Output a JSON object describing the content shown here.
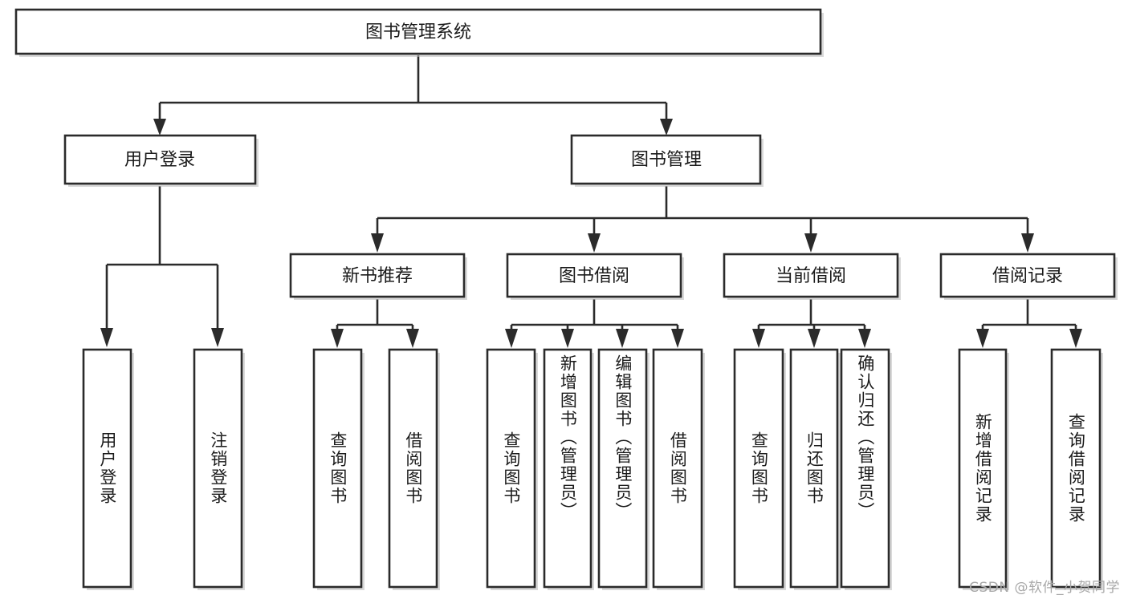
{
  "diagram": {
    "title": "图书管理系统",
    "type": "tree",
    "orientation": "top-down",
    "colors": {
      "box_fill": "#ffffff",
      "box_stroke": "#2b2b2b",
      "connector": "#2b2b2b",
      "text": "#1a1a1a",
      "background": "#ffffff",
      "watermark": "#a8a8a8"
    },
    "root": {
      "label": "图书管理系统"
    },
    "level2": [
      {
        "label": "用户登录"
      },
      {
        "label": "图书管理"
      }
    ],
    "level3": [
      {
        "label": "新书推荐"
      },
      {
        "label": "图书借阅"
      },
      {
        "label": "当前借阅"
      },
      {
        "label": "借阅记录"
      }
    ],
    "leaves": {
      "user_login": [
        {
          "label": "用户登录"
        },
        {
          "label": "注销登录"
        }
      ],
      "new_book_recommend": [
        {
          "label": "查询图书"
        },
        {
          "label": "借阅图书"
        }
      ],
      "book_borrow": [
        {
          "label": "查询图书"
        },
        {
          "label": "新增图书（管理员）"
        },
        {
          "label": "编辑图书（管理员）"
        },
        {
          "label": "借阅图书"
        }
      ],
      "current_borrow": [
        {
          "label": "查询图书"
        },
        {
          "label": "归还图书"
        },
        {
          "label": "确认归还（管理员）"
        }
      ],
      "borrow_record": [
        {
          "label": "新增借阅记录"
        },
        {
          "label": "查询借阅记录"
        }
      ]
    }
  },
  "watermark": {
    "text": "CSDN @软件_小贺同学"
  }
}
